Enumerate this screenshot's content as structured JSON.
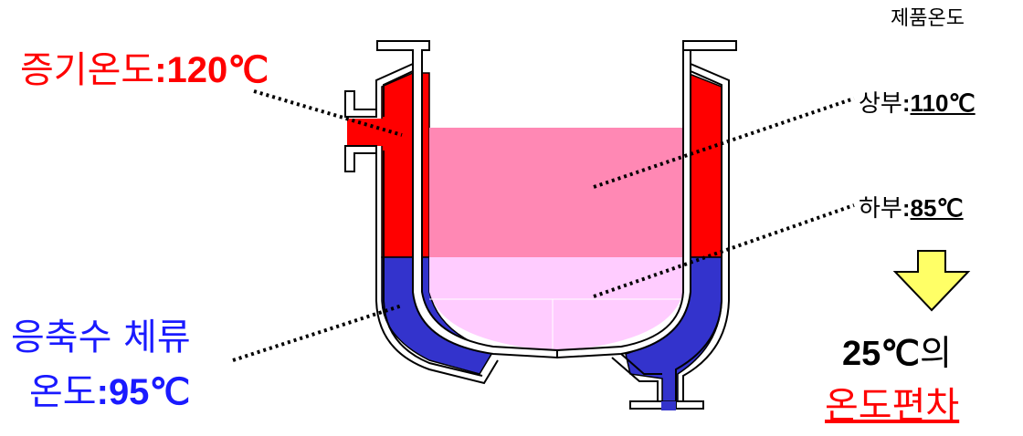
{
  "steam": {
    "label": "증기온도",
    "value": "120℃",
    "color": "#ff0000"
  },
  "condensate": {
    "line1": "응축수 체류",
    "label": "온도",
    "value": "95℃",
    "color": "#1a1aff"
  },
  "product": {
    "header": "제품온도",
    "upper_label": "상부",
    "upper_value": "110℃",
    "lower_label": "하부",
    "lower_value": "85℃"
  },
  "summary": {
    "delta": "25℃",
    "particle": "의",
    "caption": "온도편차",
    "caption_color": "#ff0000"
  },
  "colors": {
    "steam": "#ff0000",
    "condensate": "#3333cc",
    "product_upper": "#ff88b4",
    "product_lower": "#ffccff",
    "arrow": "#ffff66"
  }
}
